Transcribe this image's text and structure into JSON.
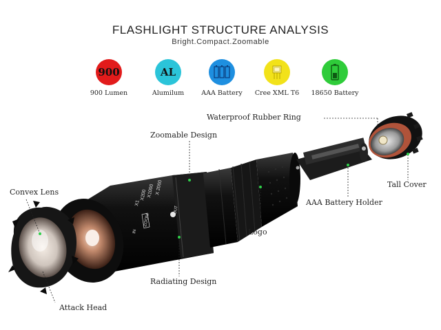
{
  "header": {
    "title": "FLASHLIGHT STRUCTURE ANALYSIS",
    "subtitle": "Bright.Compact.Zoomable"
  },
  "features": [
    {
      "icon_text": "900",
      "label": "900 Lumen",
      "color": "#e21b1b",
      "icon": "lumen-badge"
    },
    {
      "icon_text": "AL",
      "label": "Alumilum",
      "color": "#2bc4d9",
      "icon": "aluminium-badge"
    },
    {
      "icon_text": "",
      "label": "AAA Battery",
      "color": "#1e8fe0",
      "icon": "aaa-battery-icon"
    },
    {
      "icon_text": "",
      "label": "Cree XML T6",
      "color": "#f2e21a",
      "icon": "led-chip-icon"
    },
    {
      "icon_text": "",
      "label": "18650 Battery",
      "color": "#2fcc3a",
      "icon": "18650-battery-icon"
    }
  ],
  "callouts": {
    "waterproof_ring": "Waterproof Rubber Ring",
    "zoomable_design": "Zoomable Design",
    "convex_lens": "Convex Lens",
    "tall_cover": "Tall Cover",
    "aaa_battery_holder": "AAA Battery Holder",
    "logo": "Logo",
    "radiating_design": "Radiating Design",
    "attack_head": "Attack Head"
  },
  "body_markings": {
    "zoom": "ZOOM",
    "x1": "X1",
    "x200": "X200",
    "x1000": "X1000",
    "x2000": "X 2000",
    "out": "OUT",
    "in": "IN"
  }
}
